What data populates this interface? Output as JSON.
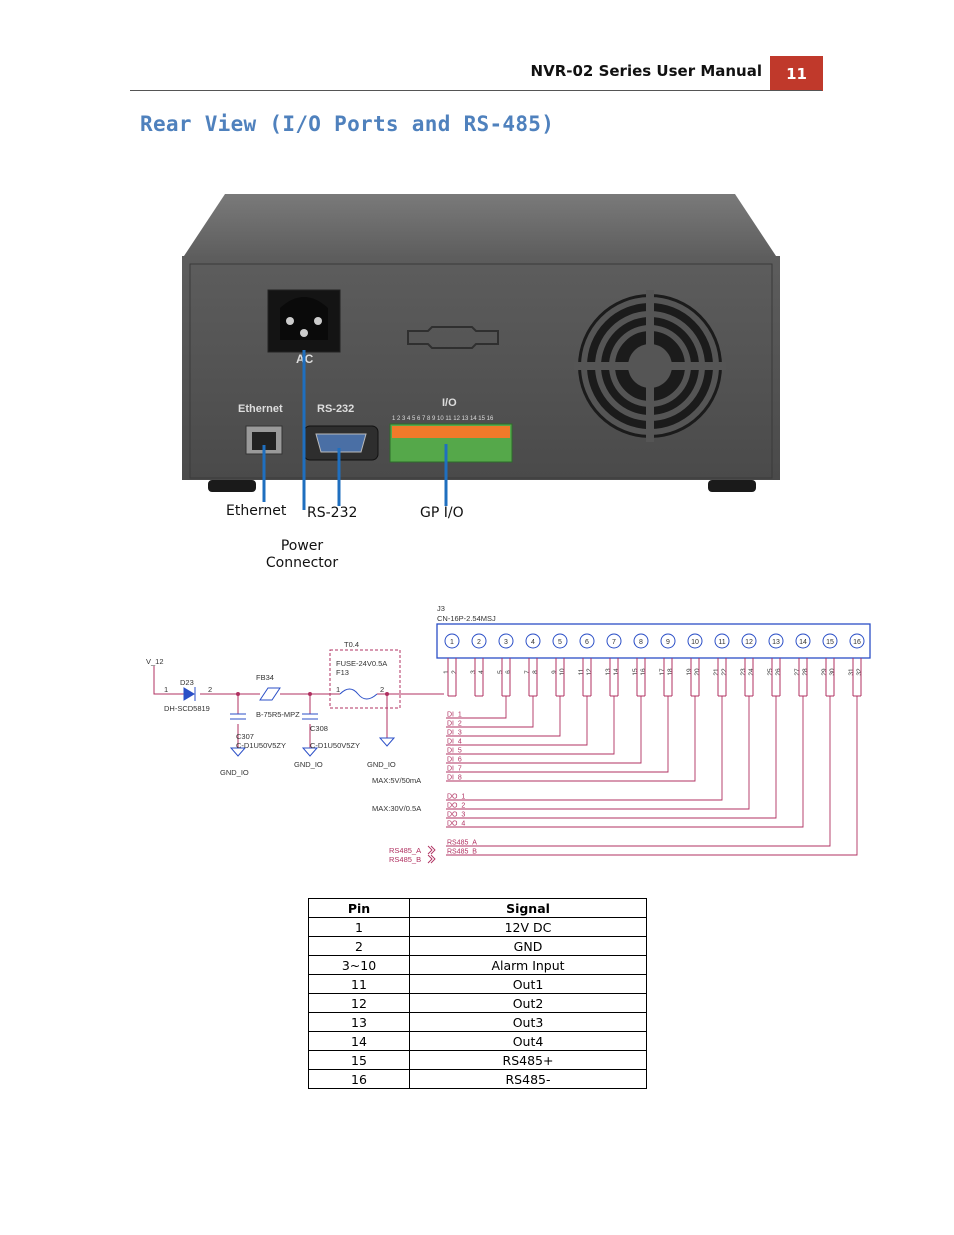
{
  "header": {
    "title": "NVR-02 Series User Manual",
    "page_number": "11"
  },
  "section": {
    "title": "Rear View (I/O Ports and RS-485)"
  },
  "device": {
    "labels": {
      "ac": "AC",
      "ethernet": "Ethernet",
      "rs232": "RS-232",
      "io": "I/O"
    },
    "io_numbers": "1 2 3 4 5 6 7 8 9 10 11 12 13 14 15 16"
  },
  "callouts": {
    "ethernet": "Ethernet",
    "rs232": "RS-232",
    "gpio": "GP I/O",
    "power_line1": "Power",
    "power_line2": "Connector"
  },
  "schematic": {
    "connector_ref": "J3",
    "connector_part": "CN-16P-2.54MSJ",
    "pins": [
      "1",
      "2",
      "3",
      "4",
      "5",
      "6",
      "7",
      "8",
      "9",
      "10",
      "11",
      "12",
      "13",
      "14",
      "15",
      "16"
    ],
    "pads": [
      "1",
      "2",
      "3",
      "4",
      "5",
      "6",
      "7",
      "8",
      "9",
      "10",
      "11",
      "12",
      "13",
      "14",
      "15",
      "16",
      "17",
      "18",
      "19",
      "20",
      "21",
      "22",
      "23",
      "24",
      "25",
      "26",
      "27",
      "28",
      "29",
      "30",
      "31",
      "32"
    ],
    "net_v12": "V_12",
    "diode_ref": "D23",
    "diode_part": "DH-SCD5819",
    "pin_1": "1",
    "pin_2": "2",
    "ferrite_ref": "FB34",
    "ferrite_part": "B-75R5-MPZ",
    "fuse_value": "T0.4",
    "fuse_part": "FUSE-24V0.5A",
    "fuse_ref": "F13",
    "cap1_ref": "C307",
    "cap1_part": "C-D1U50V5ZY",
    "cap2_ref": "C308",
    "cap2_part": "C-D1U50V5ZY",
    "gnd_label": "GND_IO",
    "di_nets": [
      "DI_1",
      "DI_2",
      "DI_3",
      "DI_4",
      "DI_5",
      "DI_6",
      "DI_7",
      "DI_8"
    ],
    "di_max": "MAX:5V/50mA",
    "do_max": "MAX:30V/0.5A",
    "do_nets": [
      "DO_1",
      "DO_2",
      "DO_3",
      "DO_4"
    ],
    "rs485_ports": [
      "RS485_A",
      "RS485_B"
    ],
    "rs485_nets": [
      "RS485_A",
      "RS485_B"
    ]
  },
  "pin_table": {
    "headers": [
      "Pin",
      "Signal"
    ],
    "rows": [
      [
        "1",
        "12V DC"
      ],
      [
        "2",
        "GND"
      ],
      [
        "3~10",
        "Alarm Input"
      ],
      [
        "11",
        "Out1"
      ],
      [
        "12",
        "Out2"
      ],
      [
        "13",
        "Out3"
      ],
      [
        "14",
        "Out4"
      ],
      [
        "15",
        "RS485+"
      ],
      [
        "16",
        "RS485-"
      ]
    ]
  },
  "colors": {
    "accent": "#4f81bd",
    "badge": "#c0392b",
    "callout_line": "#1f6fbf",
    "schematic_line": "#b03060",
    "schematic_box": "#2b4fc7"
  }
}
